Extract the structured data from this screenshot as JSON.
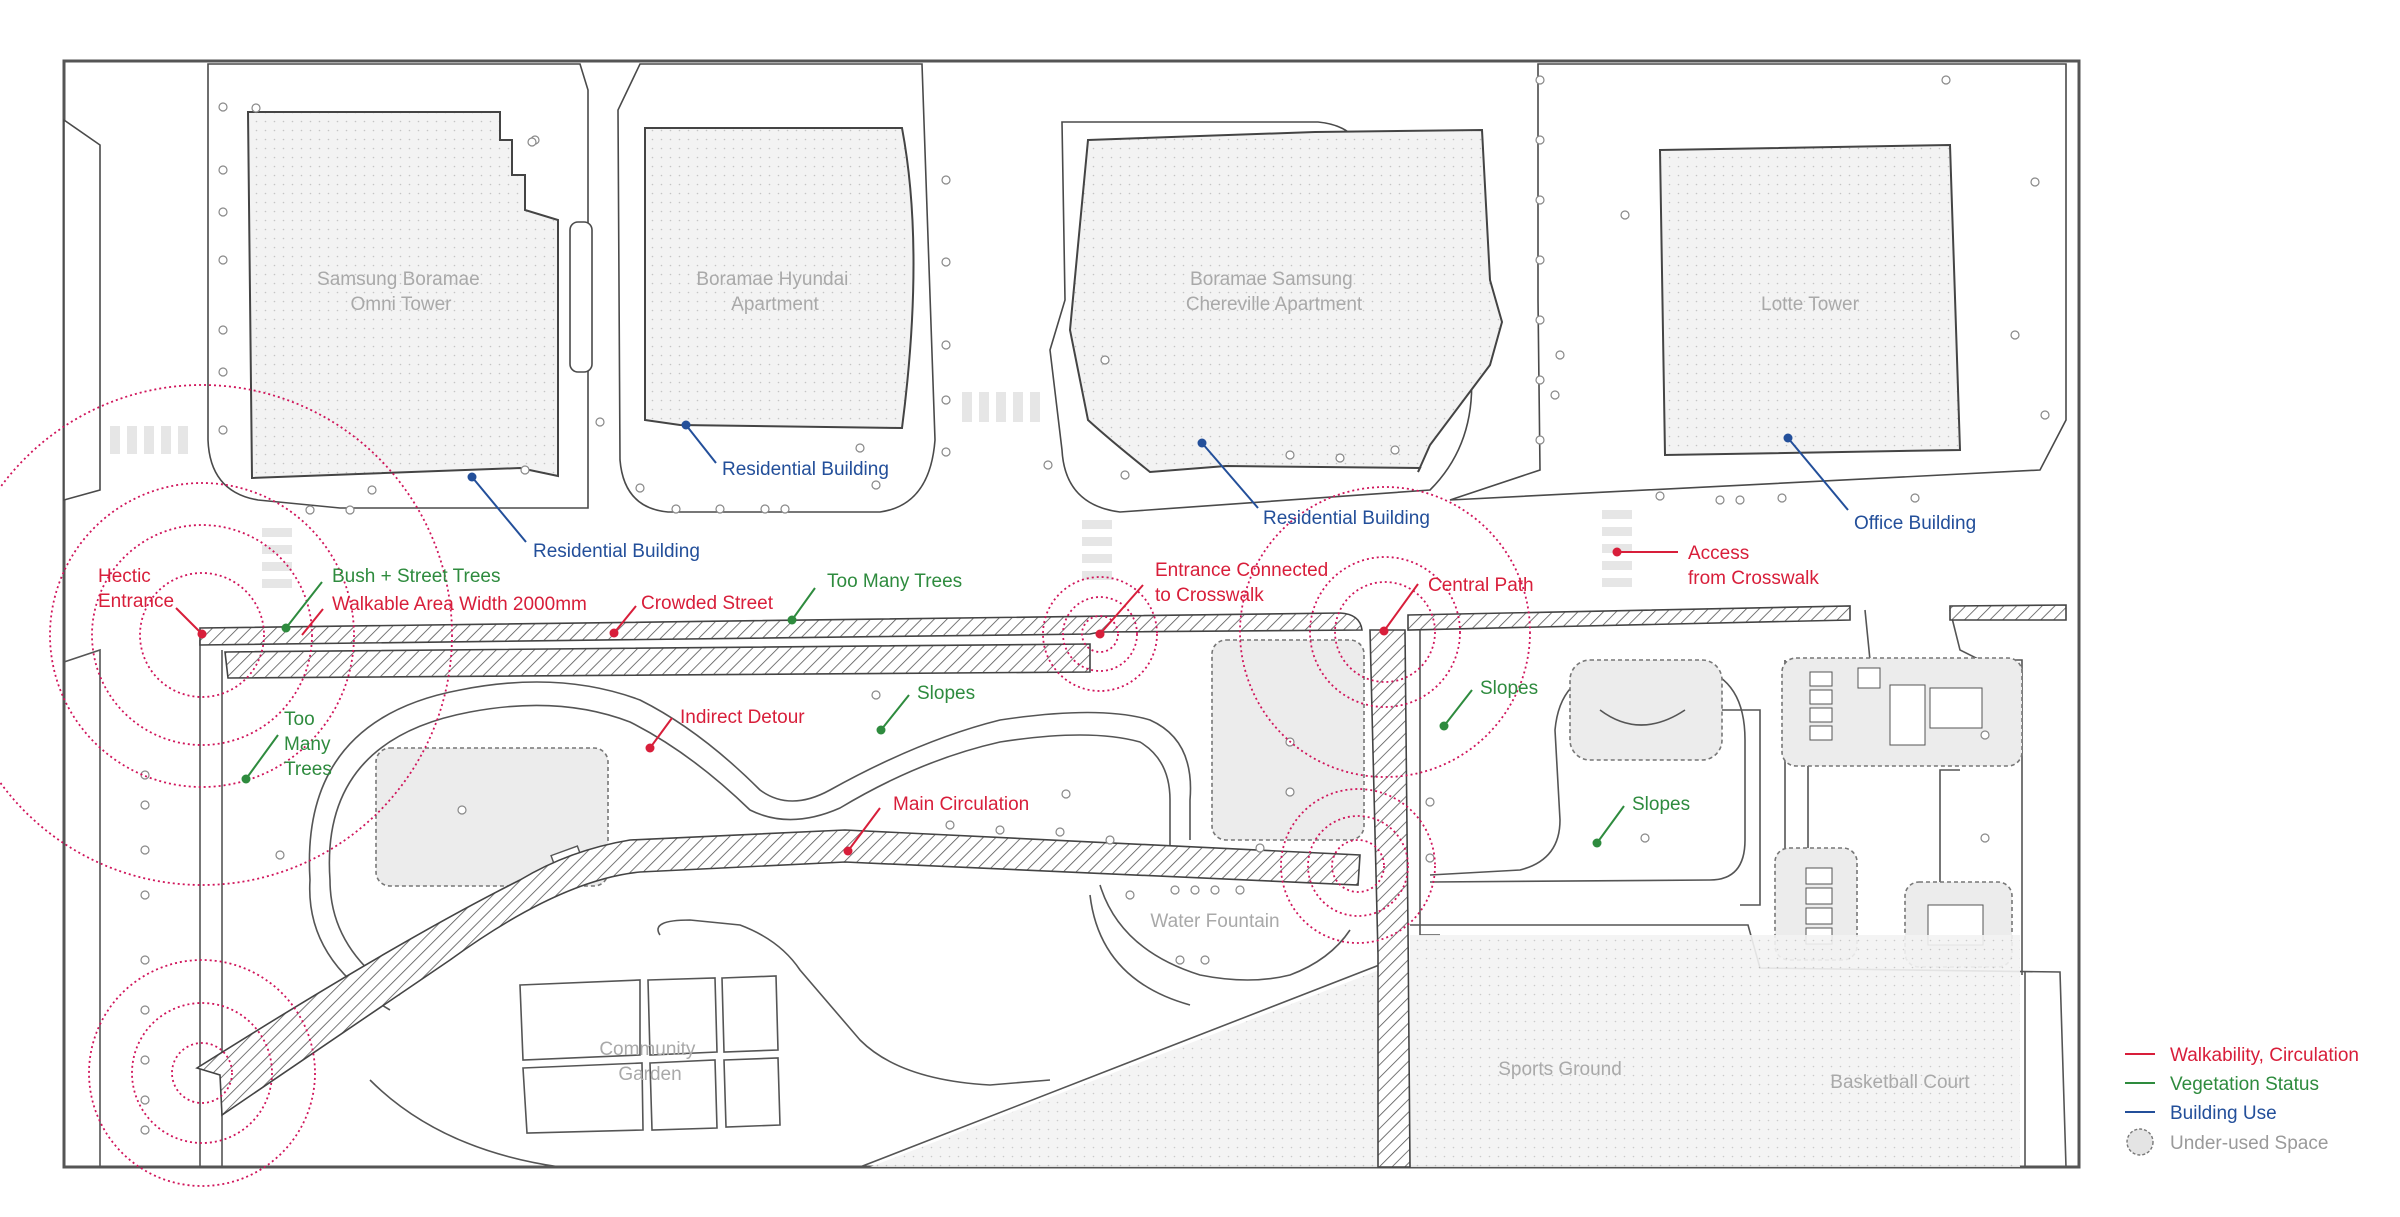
{
  "colors": {
    "walkability": "#d81e3a",
    "vegetation": "#2e8b3e",
    "building": "#234f9a",
    "rings": "#d0155b",
    "place_label": "#a9a9a9"
  },
  "places": {
    "samsung_omni": [
      "Samsung Boramae",
      "Omni Tower"
    ],
    "hyundai_apt": [
      "Boramae Hyundai",
      "Apartment"
    ],
    "chereville": [
      "Boramae Samsung",
      "Chereville Apartment"
    ],
    "lotte": [
      "Lotte Tower"
    ],
    "water_fountain": "Water Fountain",
    "community_garden": [
      "Community",
      "Garden"
    ],
    "sports_ground": "Sports Ground",
    "basketball_court": "Basketball Court"
  },
  "annotations": {
    "hectic_entrance": [
      "Hectic",
      "Entrance"
    ],
    "bush_street_trees": "Bush + Street Trees",
    "walkable_width": "Walkable Area Width 2000mm",
    "crowded_street": "Crowded Street",
    "too_many_trees_top": "Too Many Trees",
    "entrance_crosswalk": [
      "Entrance Connected",
      "to Crosswalk"
    ],
    "central_path": "Central Path",
    "access_crosswalk": [
      "Access",
      "from Crosswalk"
    ],
    "residential_1": "Residential Building",
    "residential_2": "Residential Building",
    "residential_3": "Residential Building",
    "office_building": "Office Building",
    "too_many_trees_left": [
      "Too",
      "Many",
      "Trees"
    ],
    "indirect_detour": "Indirect Detour",
    "slopes_1": "Slopes",
    "slopes_2": "Slopes",
    "slopes_3": "Slopes",
    "main_circulation": "Main Circulation"
  },
  "legend": {
    "walkability": "Walkability, Circulation",
    "vegetation": "Vegetation Status",
    "building": "Building Use",
    "under_used": "Under-used Space"
  }
}
